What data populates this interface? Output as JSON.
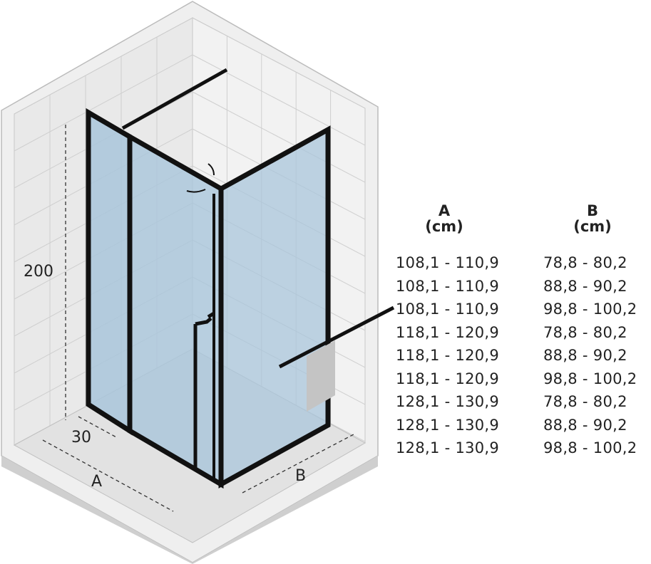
{
  "dimensions": {
    "height": "200",
    "fixed_panel_width": "30",
    "width_a": "A",
    "width_b": "B"
  },
  "table": {
    "headers": [
      {
        "letter": "A",
        "unit": "(cm)"
      },
      {
        "letter": "B",
        "unit": "(cm)"
      }
    ],
    "rows": [
      {
        "a": "108,1 - 110,9",
        "b": "78,8 - 80,2"
      },
      {
        "a": "108,1 - 110,9",
        "b": "88,8 - 90,2"
      },
      {
        "a": "108,1 - 110,9",
        "b": "98,8 - 100,2"
      },
      {
        "a": "118,1 - 120,9",
        "b": "78,8 - 80,2"
      },
      {
        "a": "118,1 - 120,9",
        "b": "88,8 - 90,2"
      },
      {
        "a": "118,1 - 120,9",
        "b": "98,8 - 100,2"
      },
      {
        "a": "128,1 - 130,9",
        "b": "78,8 - 80,2"
      },
      {
        "a": "128,1 - 130,9",
        "b": "88,8 - 90,2"
      },
      {
        "a": "128,1 - 130,9",
        "b": "98,8 - 100,2"
      }
    ]
  },
  "colors": {
    "glass": "#a9c6db",
    "frame": "#111111",
    "wall": "#ececec",
    "floor": "#dedede"
  }
}
